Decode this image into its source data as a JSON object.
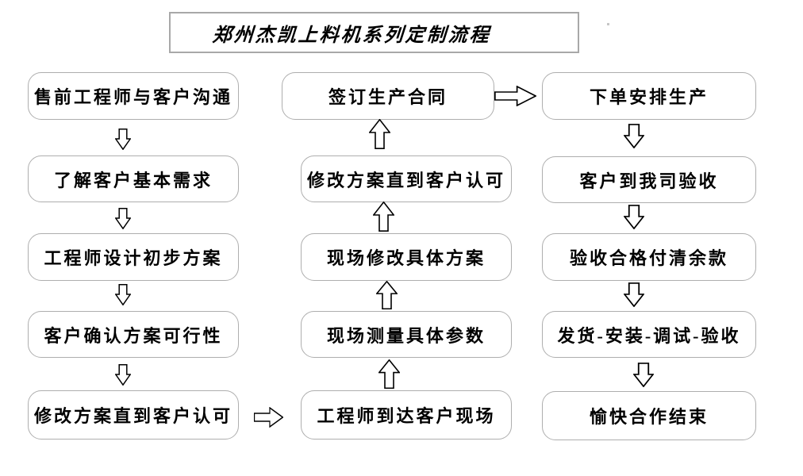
{
  "title": "郑州杰凯上料机系列定制流程",
  "nodes": {
    "left": [
      "售前工程师与客户沟通",
      "了解客户基本需求",
      "工程师设计初步方案",
      "客户确认方案可行性",
      "修改方案直到客户认可"
    ],
    "middle": [
      "签订生产合同",
      "修改方案直到客户认可",
      "现场修改具体方案",
      "现场测量具体参数",
      "工程师到达客户现场"
    ],
    "right": [
      "下单安排生产",
      "客户到我司验收",
      "验收合格付清余款",
      "发货-安装-调试-验收",
      "愉快合作结束"
    ]
  },
  "arrows": {
    "left_column_direction": "down",
    "middle_column_direction": "up",
    "right_column_direction": "down",
    "left_bottom_to_middle_bottom": "right",
    "middle_top_to_right_top": "right"
  },
  "colors": {
    "background": "#ffffff",
    "box_border": "#aeaeae",
    "title_border": "#a8a8a8",
    "text": "#000000",
    "arrow_outline": "#000000",
    "arrow_fill": "#ffffff"
  }
}
